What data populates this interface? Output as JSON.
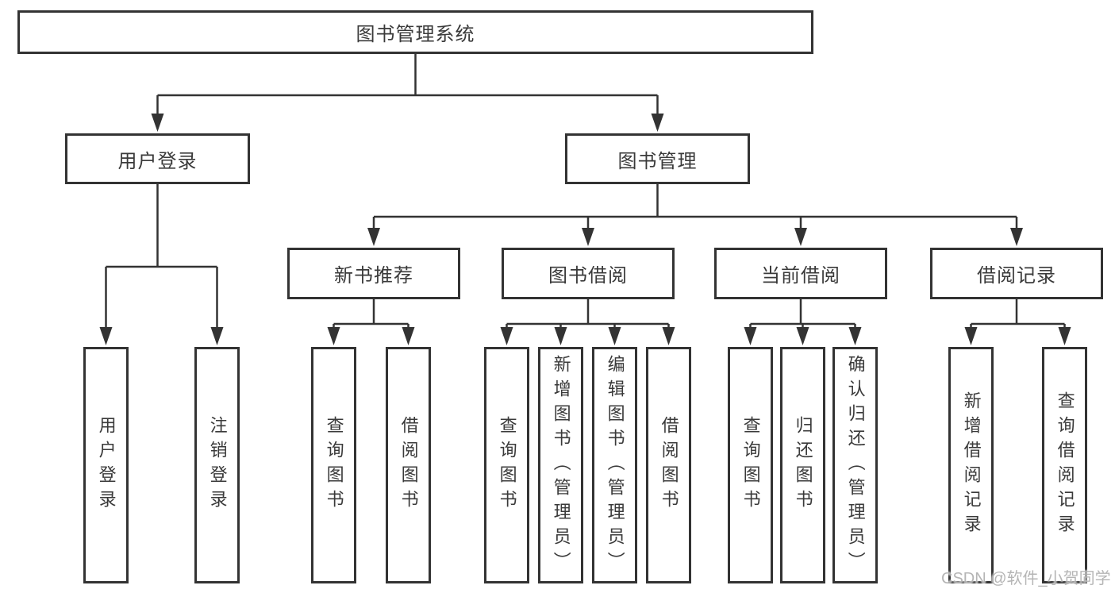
{
  "diagram": {
    "root": "图书管理系统",
    "branches": [
      {
        "label": "用户登录",
        "children": [
          "用户登录",
          "注销登录"
        ]
      },
      {
        "label": "图书管理",
        "sections": [
          {
            "label": "新书推荐",
            "children": [
              "查询图书",
              "借阅图书"
            ]
          },
          {
            "label": "图书借阅",
            "children": [
              "查询图书",
              "新增图书（管理员）",
              "编辑图书（管理员）",
              "借阅图书"
            ]
          },
          {
            "label": "当前借阅",
            "children": [
              "查询图书",
              "归还图书",
              "确认归还（管理员）"
            ]
          },
          {
            "label": "借阅记录",
            "children": [
              "新增借阅记录",
              "查询借阅记录"
            ]
          }
        ]
      }
    ]
  },
  "watermark": "CSDN @软件_小贺同学",
  "colors": {
    "line": "#333333",
    "text": "#3a3a3a",
    "background": "#ffffff",
    "watermark": "#a8a8a8"
  }
}
